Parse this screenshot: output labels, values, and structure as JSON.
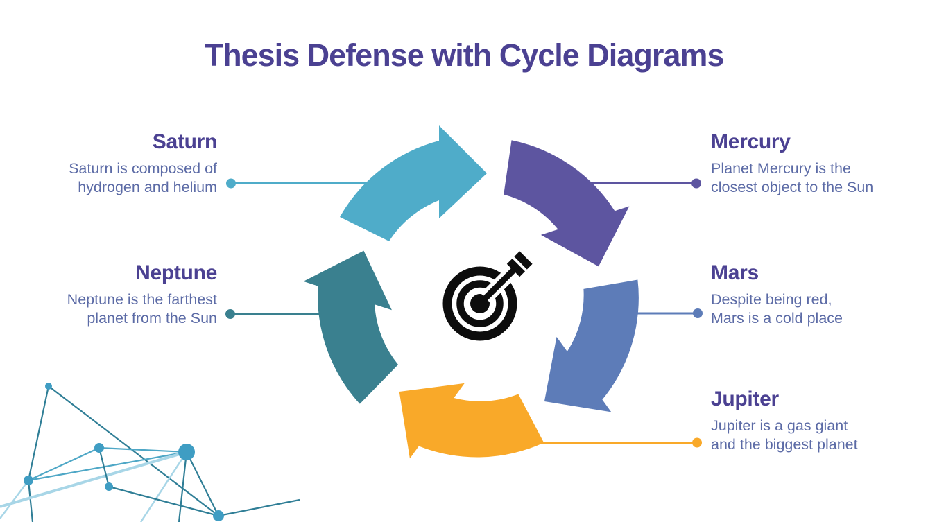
{
  "title": "Thesis Defense with Cycle Diagrams",
  "palette": {
    "title_text": "#4B4192",
    "heading_text": "#4B4192",
    "body_text": "#5C6BA6",
    "icon_black": "#0d0d0d",
    "background": "#FFFFFF",
    "network_dark": "#2F7E96",
    "network_mid": "#4EA7C6",
    "network_light": "#A8D6E7",
    "network_node": "#3F9DC3"
  },
  "center_icon": "target-with-dart",
  "planets": [
    {
      "name": "Saturn",
      "description": "Saturn is composed of\nhydrogen and helium",
      "color": "#4FACC9"
    },
    {
      "name": "Mercury",
      "description": "Planet Mercury is the\nclosest object to the Sun",
      "color": "#5D55A0"
    },
    {
      "name": "Mars",
      "description": "Despite being red,\nMars is a cold place",
      "color": "#5D7CB8"
    },
    {
      "name": "Jupiter",
      "description": "Jupiter is a gas giant\nand the biggest planet",
      "color": "#F9A929"
    },
    {
      "name": "Neptune",
      "description": "Neptune is the farthest\nplanet from the Sun",
      "color": "#3A808F"
    }
  ]
}
